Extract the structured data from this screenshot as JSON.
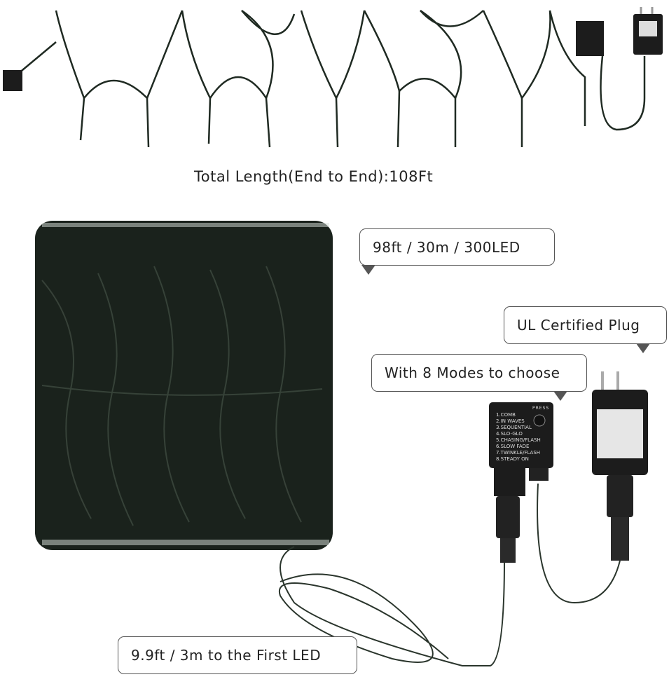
{
  "captions": {
    "total_length": "Total Length(End to End):108Ft"
  },
  "callouts": {
    "length_leds": "98ft / 30m / 300LED",
    "ul_plug": "UL Certified Plug",
    "modes": "With 8 Modes to choose",
    "lead_wire": "9.9ft / 3m to the First LED"
  },
  "controller": {
    "press_label": "PRESS",
    "modes": [
      "1.COMB",
      "2.IN WAVES",
      "3.SEQUENTIAL",
      "4.SLO-GLO",
      "5.CHASING/FLASH",
      "6.SLOW FADE",
      "7.TWINKLE/FLASH",
      "8.STEADY ON"
    ]
  },
  "colors": {
    "wire": "#1f2a22",
    "box": "#1c1c1c"
  }
}
